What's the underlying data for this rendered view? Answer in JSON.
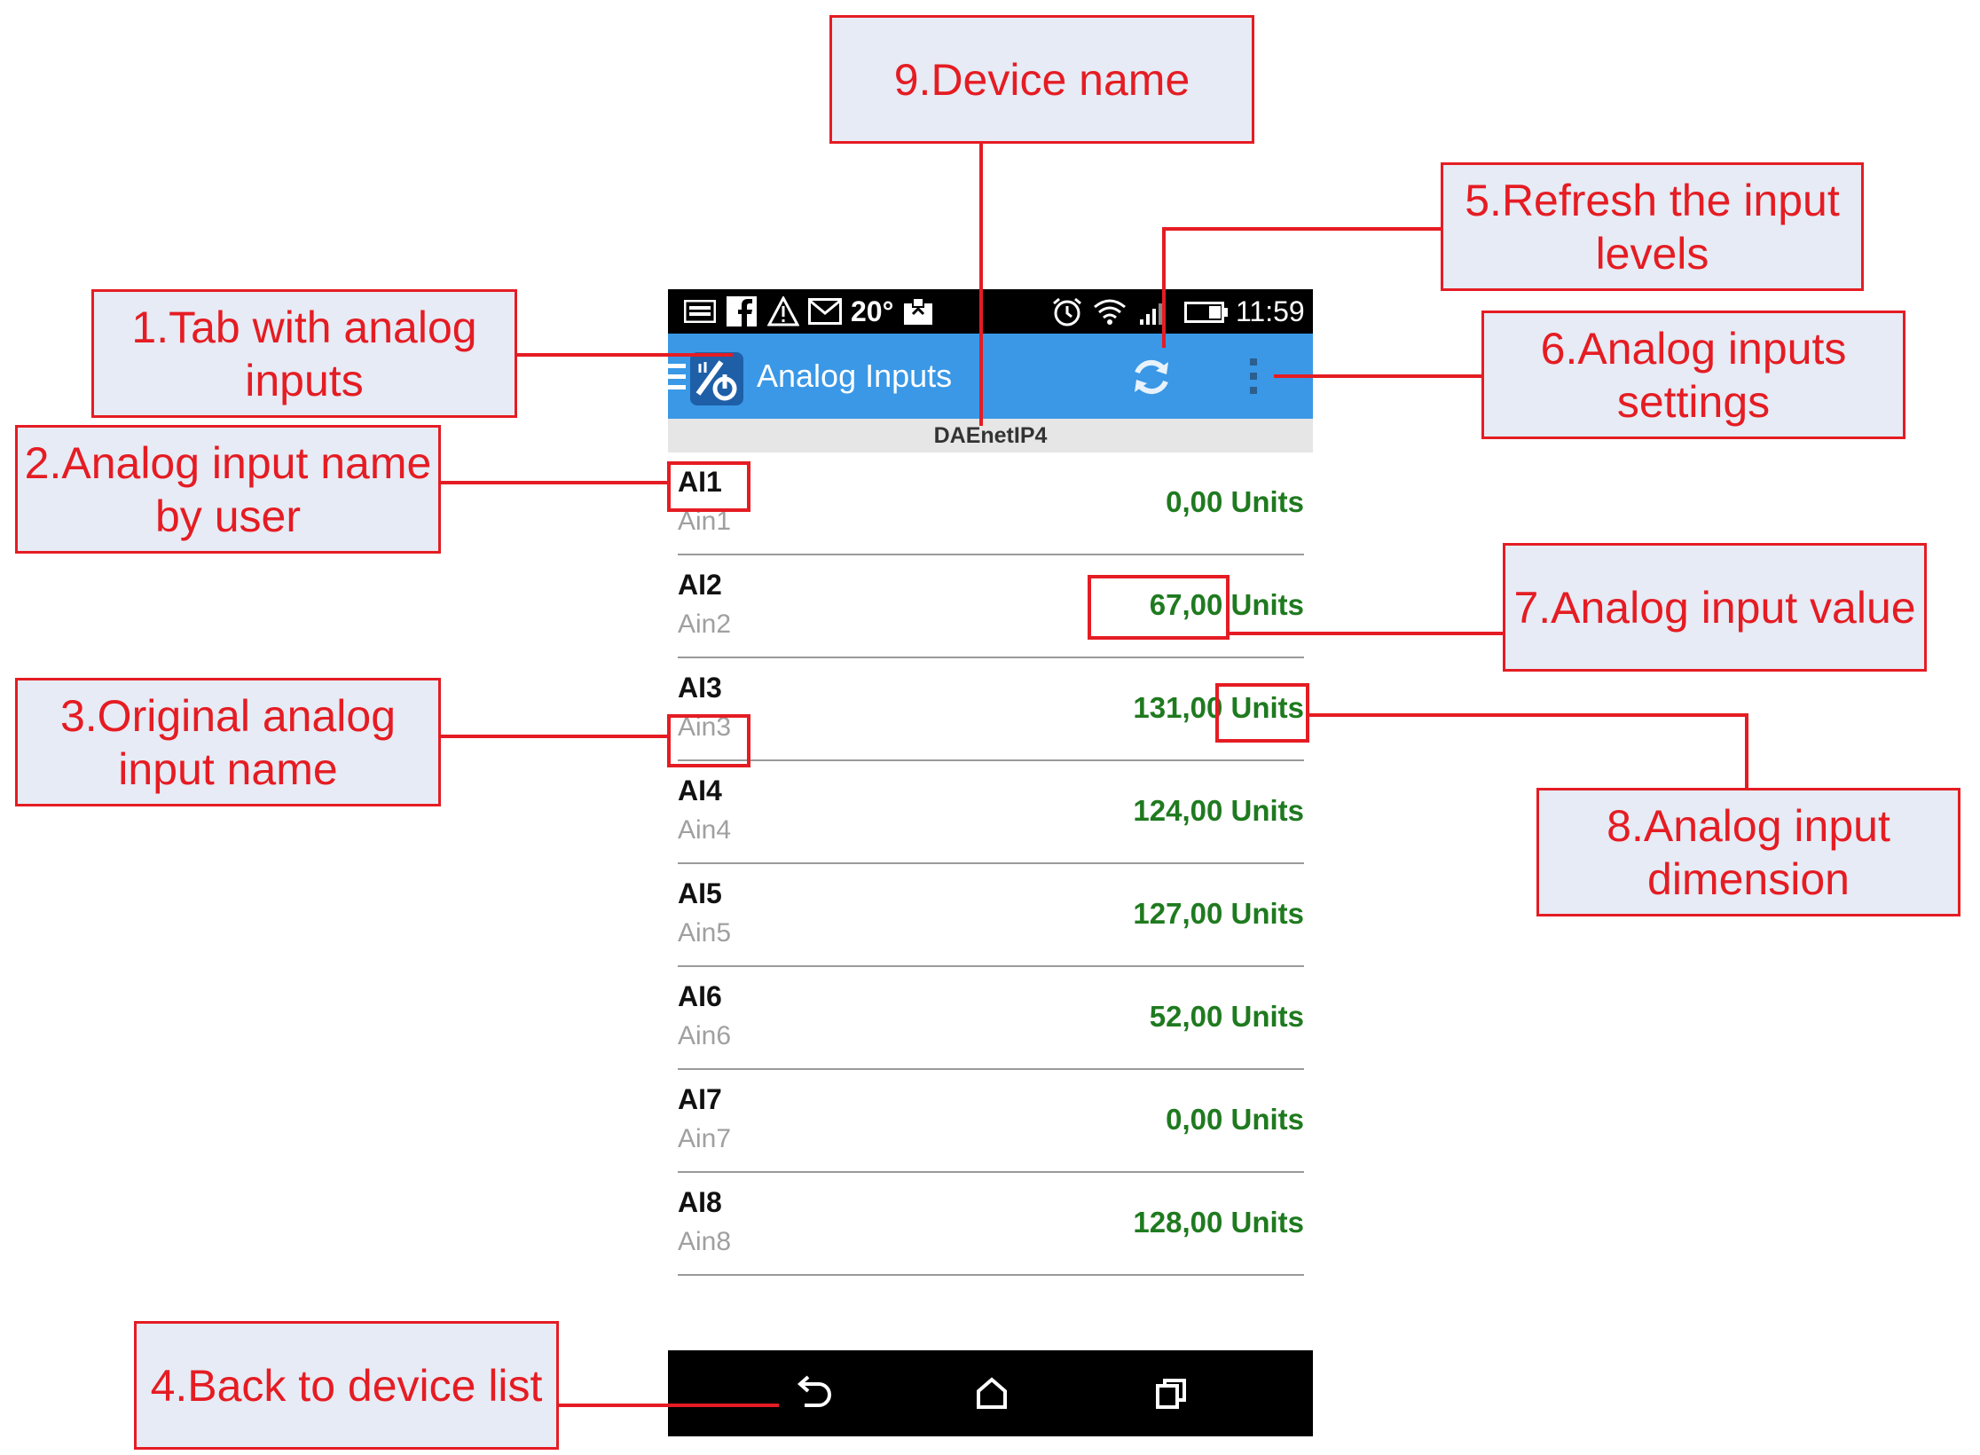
{
  "status_bar": {
    "temperature": "20°",
    "time": "11:59"
  },
  "action_bar": {
    "title": "Analog Inputs",
    "icons": [
      "menu-icon",
      "app-logo-icon",
      "refresh-icon",
      "overflow-menu-icon"
    ]
  },
  "device": {
    "name": "DAEnetIP4"
  },
  "inputs": [
    {
      "name": "AI1",
      "original": "Ain1",
      "value": "0,00 Units"
    },
    {
      "name": "AI2",
      "original": "Ain2",
      "value": "67,00 Units"
    },
    {
      "name": "AI3",
      "original": "Ain3",
      "value": "131,00 Units"
    },
    {
      "name": "AI4",
      "original": "Ain4",
      "value": "124,00 Units"
    },
    {
      "name": "AI5",
      "original": "Ain5",
      "value": "127,00 Units"
    },
    {
      "name": "AI6",
      "original": "Ain6",
      "value": "52,00 Units"
    },
    {
      "name": "AI7",
      "original": "Ain7",
      "value": "0,00 Units"
    },
    {
      "name": "AI8",
      "original": "Ain8",
      "value": "128,00 Units"
    }
  ],
  "nav_bar": {
    "icons": [
      "back-icon",
      "home-icon",
      "recents-icon"
    ]
  },
  "annotations": {
    "tab": {
      "line1": "1.Tab with analog",
      "line2": "inputs"
    },
    "user_name": {
      "line1": "2.Analog input name",
      "line2": "by user"
    },
    "original_name": {
      "line1": "3.Original analog",
      "line2": "input name"
    },
    "back": {
      "line1": "4.Back to device list"
    },
    "refresh": {
      "line1": "5.Refresh the input",
      "line2": "levels"
    },
    "settings": {
      "line1": "6.Analog inputs",
      "line2": "settings"
    },
    "value": {
      "line1": "7.Analog input value"
    },
    "dimension": {
      "line1": "8.Analog input",
      "line2": "dimension"
    },
    "device_name": {
      "line1": "9.Device name"
    }
  },
  "colors": {
    "annotation_red": "#e51c23",
    "annotation_fill": "#e6ebf5",
    "action_bar_blue": "#3a98e6",
    "value_green": "#1f7a1f"
  }
}
